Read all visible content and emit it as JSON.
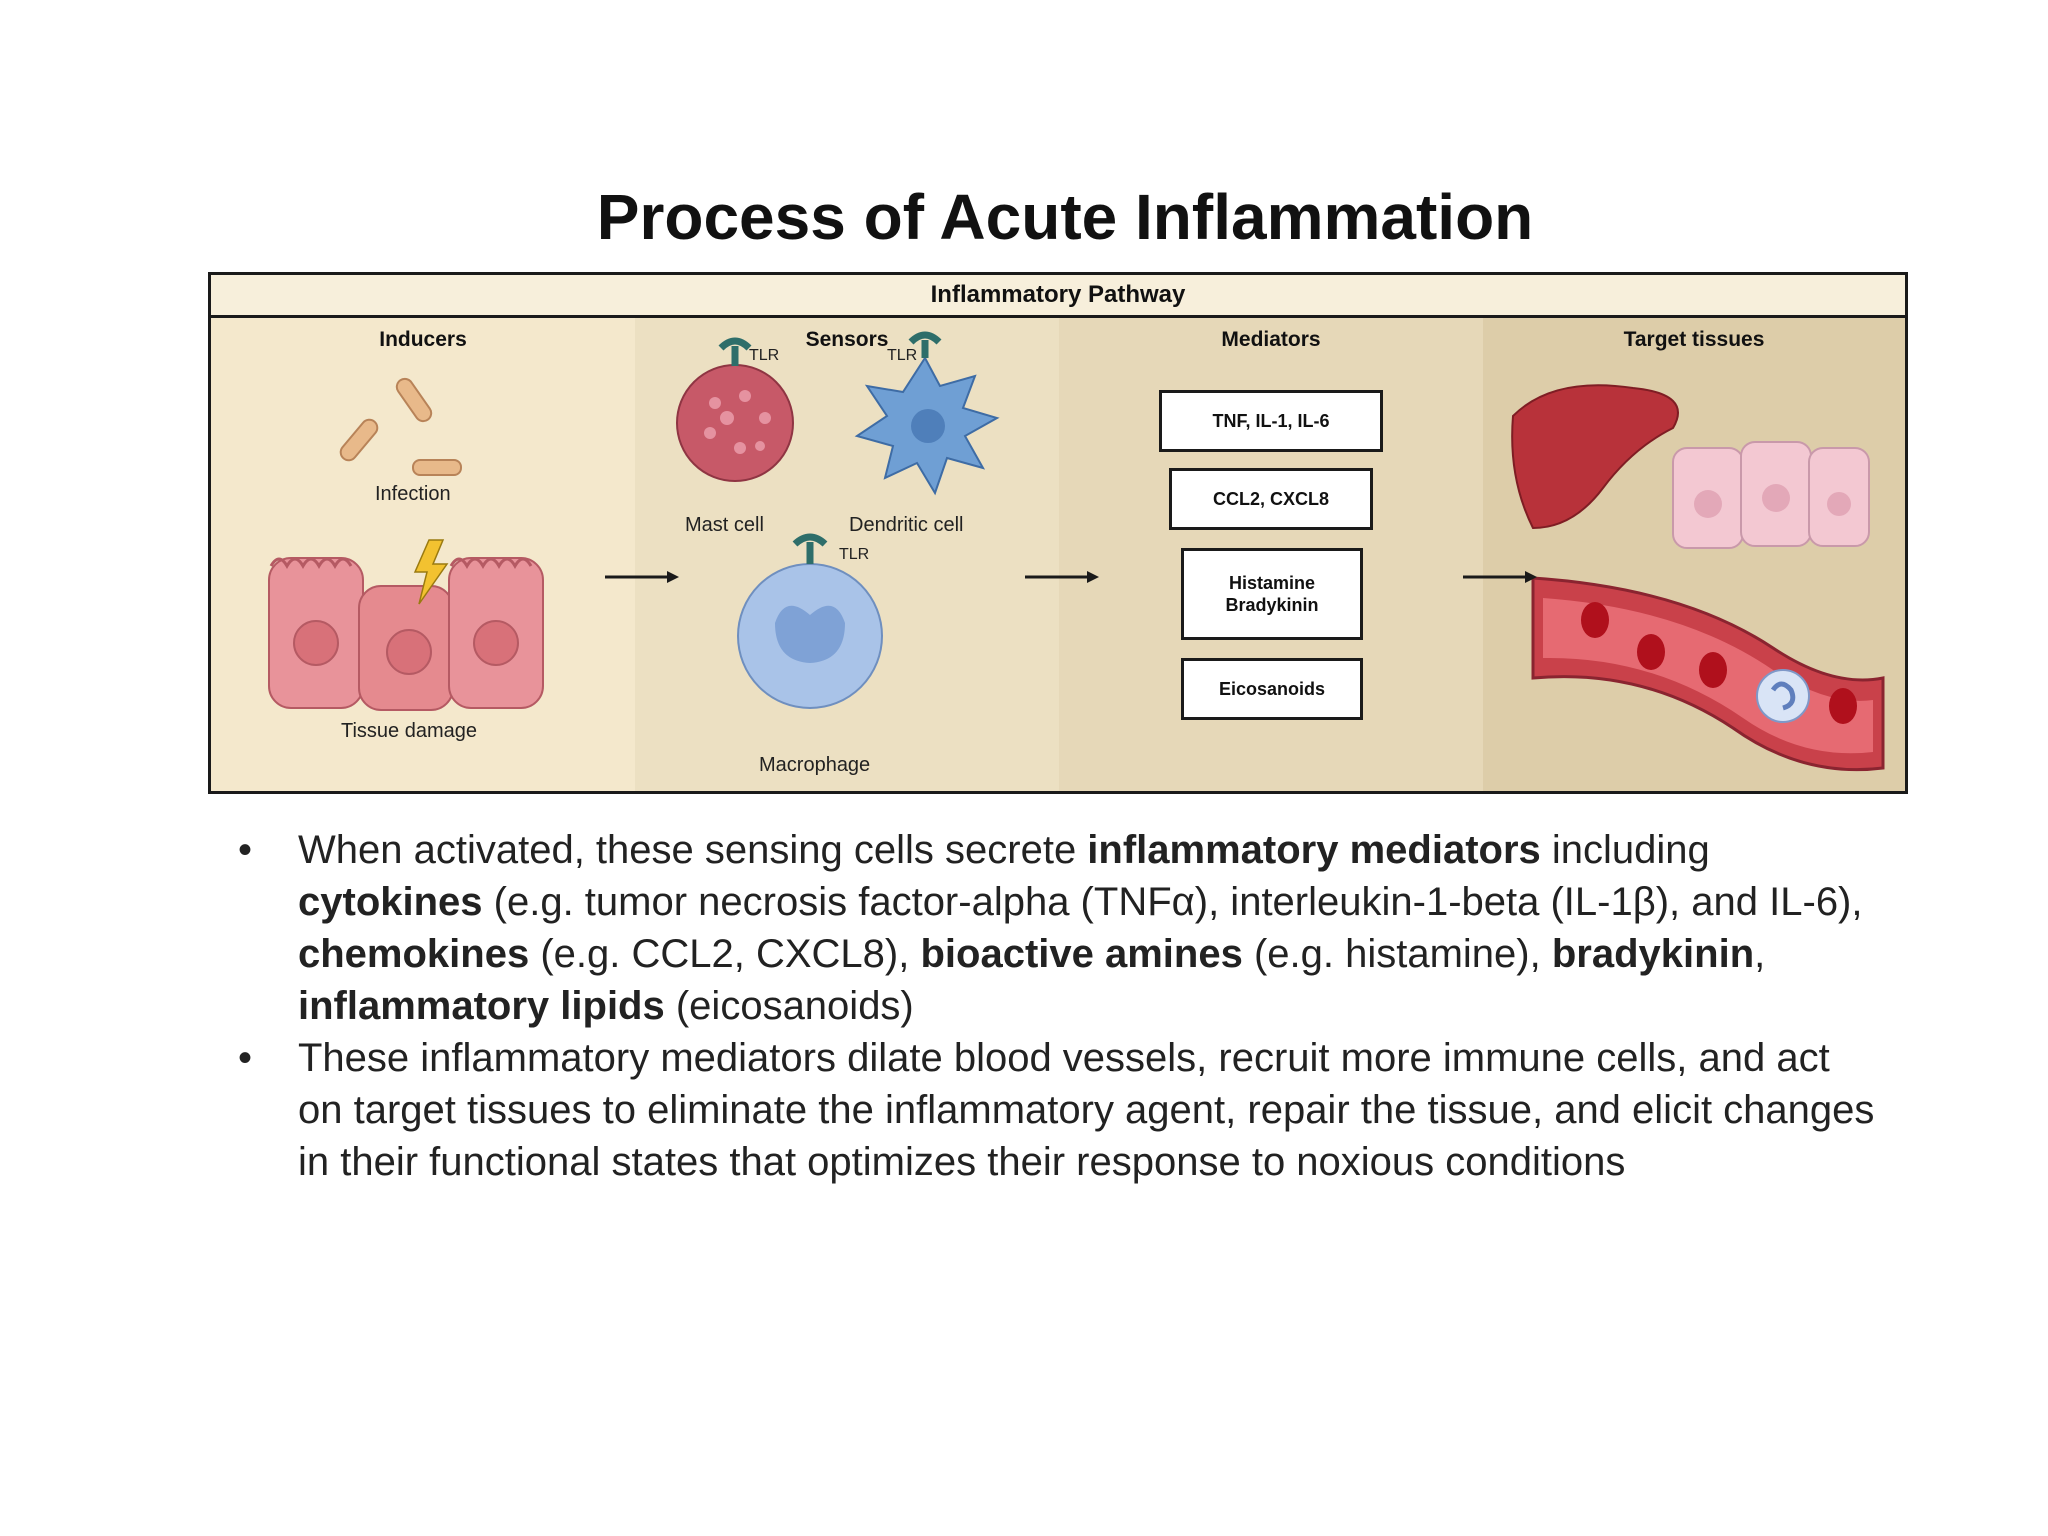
{
  "slide": {
    "title": "Process of Acute Inflammation"
  },
  "figure": {
    "header": "Inflammatory Pathway",
    "panels": {
      "inducers": {
        "title": "Inducers",
        "labels": [
          "Infection",
          "Tissue damage"
        ]
      },
      "sensors": {
        "title": "Sensors",
        "receptor_label": "TLR",
        "labels": [
          "Mast cell",
          "Dendritic cell",
          "Macrophage"
        ]
      },
      "mediators": {
        "title": "Mediators",
        "boxes": [
          "TNF, IL-1, IL-6",
          "CCL2, CXCL8",
          "Histamine",
          "Bradykinin",
          "Eicosanoids"
        ]
      },
      "targets": {
        "title": "Target tissues"
      }
    }
  },
  "bullets": [
    {
      "parts": [
        {
          "text": "When activated, these sensing cells secrete ",
          "bold": false
        },
        {
          "text": "inflammatory mediators",
          "bold": true
        },
        {
          "text": " including ",
          "bold": false
        },
        {
          "text": "cytokines",
          "bold": true
        },
        {
          "text": " (e.g. tumor necrosis factor-alpha (TNFα), interleukin-1-beta (IL-1β), and IL-6), ",
          "bold": false
        },
        {
          "text": "chemokines",
          "bold": true
        },
        {
          "text": " (e.g. CCL2, CXCL8), ",
          "bold": false
        },
        {
          "text": "bioactive amines",
          "bold": true
        },
        {
          "text": " (e.g. histamine), ",
          "bold": false
        },
        {
          "text": "bradykinin",
          "bold": true
        },
        {
          "text": ", ",
          "bold": false
        },
        {
          "text": "inflammatory lipids",
          "bold": true
        },
        {
          "text": " (eicosanoids)",
          "bold": false
        }
      ]
    },
    {
      "parts": [
        {
          "text": "These inflammatory mediators dilate blood vessels, recruit more immune cells, and act on target tissues to eliminate the inflammatory agent, repair the tissue, and elicit changes in their functional states that optimizes their response to noxious conditions",
          "bold": false
        }
      ]
    }
  ],
  "bullet_symbol": "•",
  "colors": {
    "panel_bg": "#efe3c6",
    "tissue": "#e58a8f",
    "liver": "#b8323a",
    "vessel": "#c9414a",
    "macrophage": "#a9c3e8",
    "dendritic": "#6f9fd4",
    "mast": "#c75968",
    "receptor": "#2e6e6a"
  }
}
